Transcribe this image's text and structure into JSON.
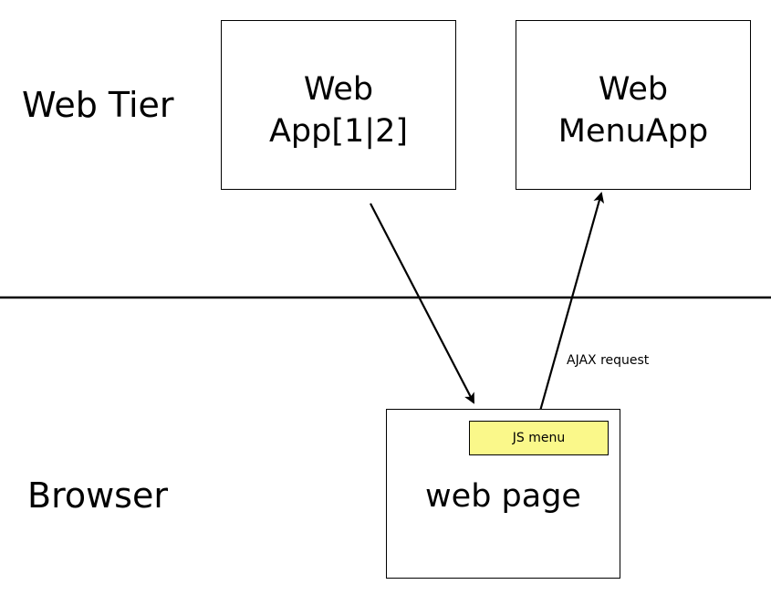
{
  "tiers": {
    "web_tier": "Web Tier",
    "browser": "Browser"
  },
  "boxes": {
    "webapp": {
      "line1": "Web",
      "line2": "App[1|2]"
    },
    "webmenuapp": {
      "line1": "Web",
      "line2": "MenuApp"
    },
    "webpage": {
      "label": "web page"
    }
  },
  "js_menu": {
    "label": "JS menu",
    "fill": "#faf88a"
  },
  "edges": {
    "ajax_label": "AJAX request"
  }
}
